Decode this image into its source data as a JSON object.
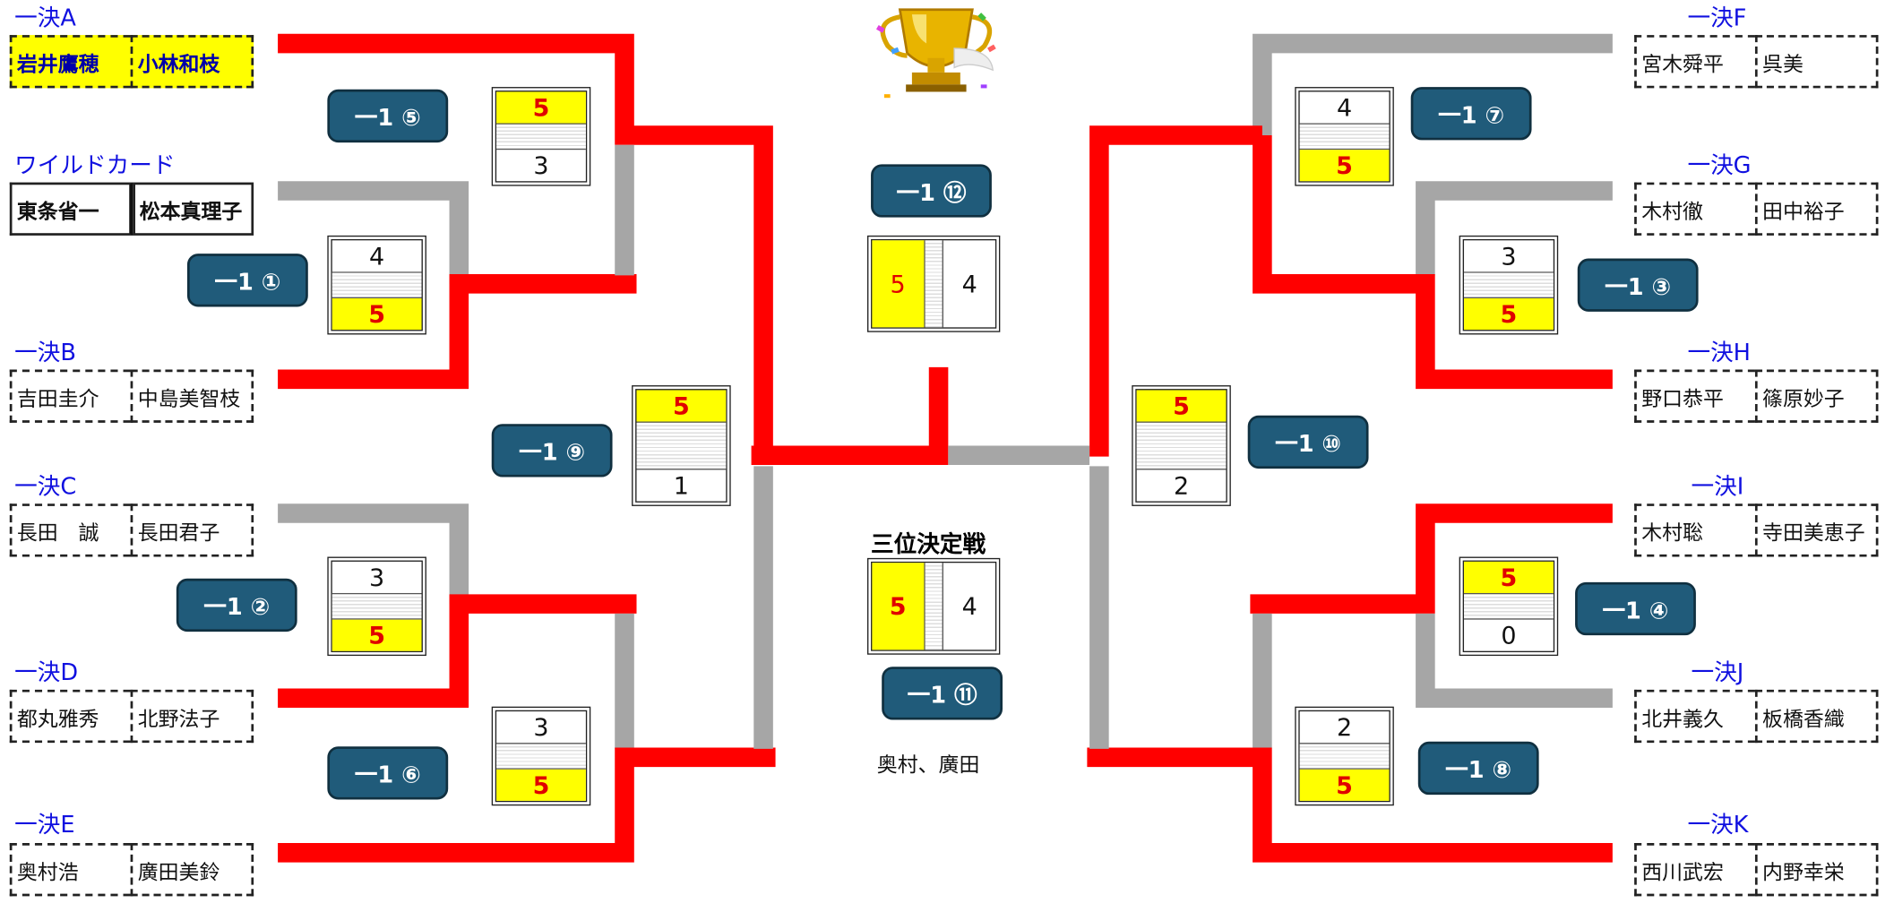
{
  "colors": {
    "win": "#ff0000",
    "lose": "#a6a6a6",
    "badge": "#205b7a",
    "highlight": "#ffff00"
  },
  "left": {
    "A": {
      "label": "一決A",
      "p1": "岩井鷹穂",
      "p2": "小林和枝"
    },
    "WC": {
      "label": "ワイルドカード",
      "p1": "東条省一",
      "p2": "松本真理子"
    },
    "B": {
      "label": "一決B",
      "p1": "吉田圭介",
      "p2": "中島美智枝"
    },
    "C": {
      "label": "一決C",
      "p1": "長田　誠",
      "p2": "長田君子"
    },
    "D": {
      "label": "一決D",
      "p1": "都丸雅秀",
      "p2": "北野法子"
    },
    "E": {
      "label": "一決E",
      "p1": "奥村浩",
      "p2": "廣田美鈴"
    }
  },
  "right": {
    "F": {
      "label": "一決F",
      "p1": "宮木舜平",
      "p2": "呉美"
    },
    "G": {
      "label": "一決G",
      "p1": "木村徹",
      "p2": "田中裕子"
    },
    "H": {
      "label": "一決H",
      "p1": "野口恭平",
      "p2": "篠原妙子"
    },
    "I": {
      "label": "一決I",
      "p1": "木村聡",
      "p2": "寺田美恵子"
    },
    "J": {
      "label": "一決J",
      "p1": "北井義久",
      "p2": "板橋香織"
    },
    "K": {
      "label": "一決K",
      "p1": "西川武宏",
      "p2": "内野幸栄"
    }
  },
  "matches": {
    "m1": "一1 ①",
    "m2": "一1 ②",
    "m3": "一1 ③",
    "m4": "一1 ④",
    "m5": "一1 ⑤",
    "m6": "一1 ⑥",
    "m7": "一1 ⑦",
    "m8": "一1 ⑧",
    "m9": "一1 ⑨",
    "m10": "一1 ⑩",
    "m11": "一1 ⑪",
    "m12": "一1 ⑫"
  },
  "scores": {
    "s5": {
      "top": "5",
      "bottom": "3"
    },
    "s1": {
      "top": "4",
      "bottom": "5"
    },
    "s9": {
      "top": "5",
      "bottom": "1"
    },
    "s2": {
      "top": "3",
      "bottom": "5"
    },
    "s6": {
      "top": "3",
      "bottom": "5"
    },
    "s7": {
      "top": "4",
      "bottom": "5"
    },
    "s3": {
      "top": "3",
      "bottom": "5"
    },
    "s10": {
      "top": "5",
      "bottom": "2"
    },
    "s4": {
      "top": "5",
      "bottom": "0"
    },
    "s8": {
      "top": "2",
      "bottom": "5"
    },
    "final": {
      "left": "5",
      "right": "4"
    },
    "third": {
      "left": "5",
      "right": "4"
    }
  },
  "third_place": {
    "title": "三位決定戦",
    "note": "奥村、廣田"
  }
}
